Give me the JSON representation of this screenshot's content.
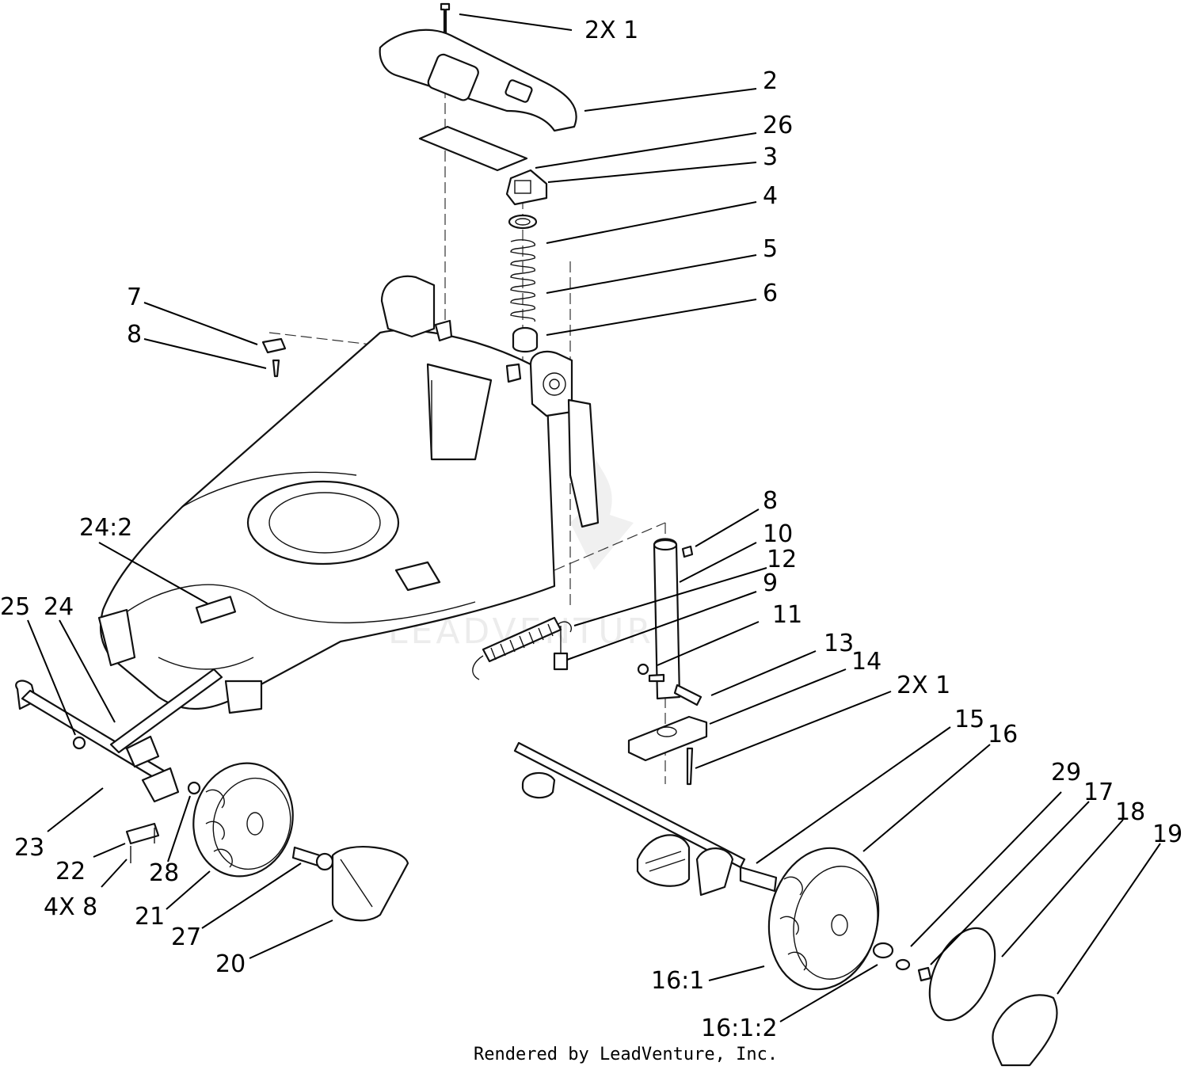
{
  "diagram": {
    "watermark": "LEADVENTURE",
    "footer": "Rendered by LeadVenture, Inc.",
    "callouts": {
      "c1": "2X 1",
      "c2": "2",
      "c26": "26",
      "c3": "3",
      "c4": "4",
      "c5": "5",
      "c6": "6",
      "c7": "7",
      "c8a": "8",
      "c8b": "8",
      "c10": "10",
      "c12": "12",
      "c9": "9",
      "c11": "11",
      "c13": "13",
      "c14": "14",
      "c1b": "2X 1",
      "c15": "15",
      "c16": "16",
      "c29": "29",
      "c17": "17",
      "c18": "18",
      "c19": "19",
      "c242": "24:2",
      "c25": "25",
      "c24": "24",
      "c23": "23",
      "c22": "22",
      "c48": "4X 8",
      "c28": "28",
      "c21": "21",
      "c27": "27",
      "c20": "20",
      "c161": "16:1",
      "c1612": "16:1:2"
    }
  }
}
